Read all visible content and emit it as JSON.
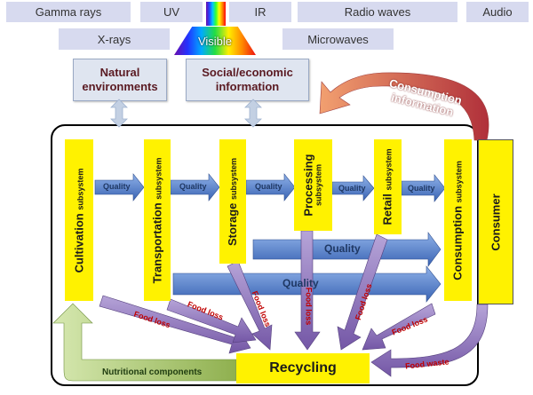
{
  "spectrum": {
    "gamma": "Gamma rays",
    "uv": "UV",
    "ir": "IR",
    "radio": "Radio waves",
    "audio": "Audio",
    "xrays": "X-rays",
    "visible": "Visible",
    "microwaves": "Microwaves"
  },
  "environment": {
    "natural_line1": "Natural",
    "natural_line2": "environments",
    "social_line1": "Social/economic",
    "social_line2": "information"
  },
  "feedback": {
    "line1": "Consumption",
    "line2": "information"
  },
  "subsystems": {
    "cultivation": "Cultivation",
    "transportation": "Transportation",
    "storage": "Storage",
    "processing": "Processing",
    "retail": "Retail",
    "consumption": "Consumption",
    "suffix": "subsystem",
    "consumer": "Consumer"
  },
  "flows": {
    "quality": "Quality",
    "food_loss": "Food loss",
    "food_waste": "Food waste",
    "nutritional": "Nutritional components",
    "recycling": "Recycling"
  },
  "colors": {
    "yellow": "#fff200",
    "blue_arrow": "#4472c4",
    "purple_arrow": "#8064a2",
    "green_arrow": "#9bbb59",
    "feedback_arrow": "#e07050",
    "label_red": "#c00000",
    "label_dark": "#1f3864"
  }
}
